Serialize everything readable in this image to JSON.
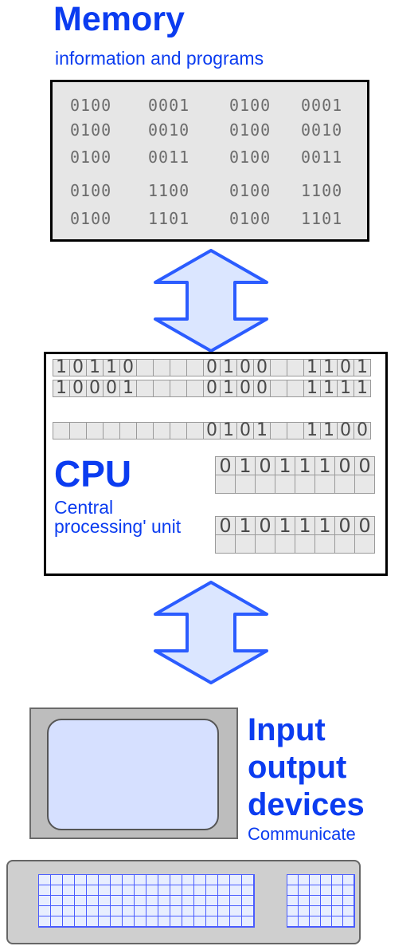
{
  "memory": {
    "title": "Memory",
    "subtitle": "information and programs",
    "rows": [
      [
        "0100",
        "0001",
        "0100",
        "0001"
      ],
      [
        "0100",
        "0010",
        "0100",
        "0010"
      ],
      [
        "0100",
        "0011",
        "0100",
        "0011"
      ],
      [
        "0100",
        "1100",
        "0100",
        "1100"
      ],
      [
        "0100",
        "1101",
        "0100",
        "1101"
      ]
    ]
  },
  "cpu": {
    "title": "CPU",
    "subtitle": "Central processing' unit",
    "registers": [
      [
        "1",
        "0",
        "1",
        "1",
        "0",
        "",
        "",
        "",
        "",
        "0",
        "1",
        "0",
        "0",
        "",
        "",
        "1",
        "1",
        "0",
        "1"
      ],
      [
        "1",
        "0",
        "0",
        "0",
        "1",
        "",
        "",
        "",
        "",
        "0",
        "1",
        "0",
        "0",
        "",
        "",
        "1",
        "1",
        "1",
        "1"
      ],
      [
        "",
        "",
        "",
        "",
        "",
        "",
        "",
        "",
        "",
        "0",
        "1",
        "0",
        "1",
        "",
        "",
        "1",
        "1",
        "0",
        "0"
      ]
    ],
    "reg_a": [
      "0",
      "1",
      "0",
      "1",
      "1",
      "1",
      "0",
      "0"
    ],
    "reg_b": [
      "0",
      "1",
      "0",
      "1",
      "1",
      "1",
      "0",
      "0"
    ]
  },
  "io": {
    "title": "Input output devices",
    "subtitle": "Communicate"
  },
  "colors": {
    "accent": "#0b3cf0",
    "arrow_fill": "#dbe6ff",
    "arrow_stroke": "#2b5cff",
    "memory_bg": "#e6e6e6"
  }
}
